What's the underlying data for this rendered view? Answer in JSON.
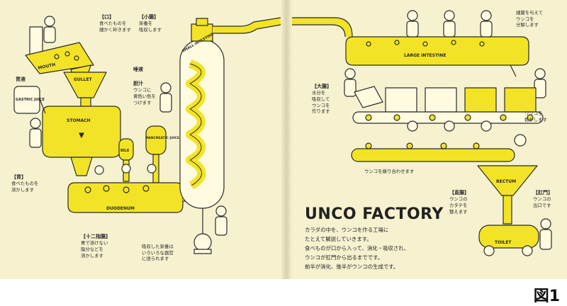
{
  "figure_label": "図1",
  "title": "UNCO FACTORY",
  "intro_lines": [
    "カラダの中を、ウンコを作る工場に",
    "たとえて解説していきます。",
    "食べものが口から入って、消化・吸収され、",
    "ウンコが肛門から出るまでです。",
    "前半が消化、後半がウンコの生成です。"
  ],
  "labels": {
    "mouth": {
      "heading": "【口】",
      "lines": [
        "食べたものを",
        "細かく砕きます"
      ]
    },
    "small_intestine": {
      "heading": "【小腸】",
      "lines": [
        "栄養を",
        "吸収します"
      ]
    },
    "saliva": {
      "heading": "唾液",
      "lines": []
    },
    "bile": {
      "heading": "胆汁",
      "lines": [
        "ウンコに",
        "黄色い色を",
        "つけます"
      ]
    },
    "gastric_juice": {
      "heading": "胃液",
      "lines": []
    },
    "stomach": {
      "heading": "【胃】",
      "lines": [
        "食べたものを",
        "溶かします"
      ]
    },
    "duodenum": {
      "heading": "【十二指腸】",
      "lines": [
        "胃で溶けない",
        "脂分などを",
        "溶かします"
      ]
    },
    "absorbed": {
      "heading": "",
      "lines": [
        "吸収した栄養は",
        "いろいろな器官",
        "に送られます"
      ]
    },
    "bacteria": {
      "heading": "",
      "lines": [
        "細菌を与えて",
        "ウンコを",
        "分解します"
      ]
    },
    "large_intestine": {
      "heading": "【大腸】",
      "lines": [
        "水分を",
        "吸収して",
        "ウンコを",
        "作ります"
      ]
    },
    "dry": {
      "heading": "",
      "lines": [
        "ウンコを",
        "乾かします"
      ]
    },
    "combine": {
      "heading": "",
      "lines": [
        "ウンコを練り合わせます"
      ]
    },
    "rectum": {
      "heading": "【直腸】",
      "lines": [
        "ウンコの",
        "カタチを",
        "整えます"
      ]
    },
    "anus": {
      "heading": "【肛門】",
      "lines": [
        "ウンコの",
        "出口です"
      ]
    }
  },
  "machine_texts": {
    "mouth": "MOUTH",
    "gullet": "GULLET",
    "stomach": "STOMACH",
    "gastric": "GASTRIC JUICE",
    "bile": "BILE",
    "pancreatic": "PANCREATIC JUICE",
    "duodenum": "DUODENUM",
    "small_intestine": "SMALL INTESTINE",
    "large_intestine": "LARGE INTESTINE",
    "rectum": "RECTUM",
    "toilet": "TOILET"
  },
  "colors": {
    "page": "#f6f1cf",
    "accent": "#f3e326",
    "ink": "#2b2b2b"
  }
}
